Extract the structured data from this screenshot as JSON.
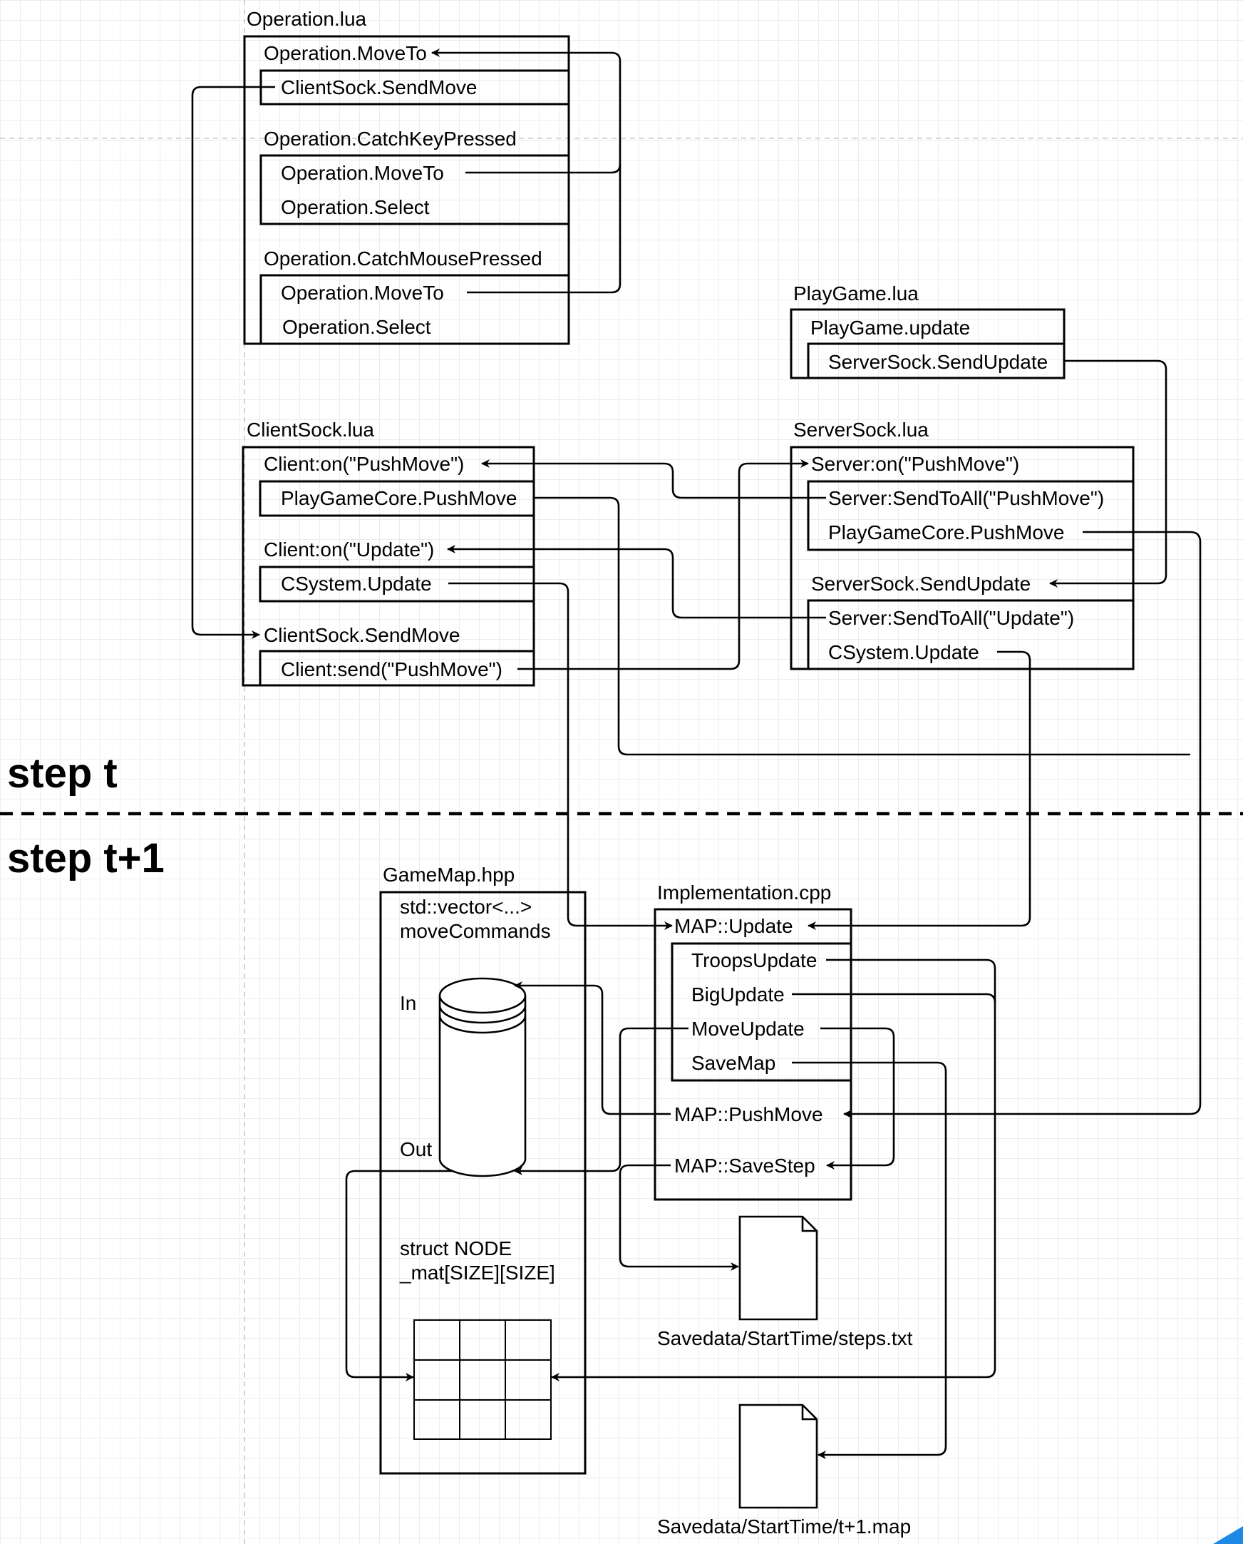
{
  "labels": {
    "operation_file": "Operation.lua",
    "op_moveto": "Operation.MoveTo",
    "op_clientsock_sendmove": "ClientSock.SendMove",
    "op_catchkey": "Operation.CatchKeyPressed",
    "op_key_moveto": "Operation.MoveTo",
    "op_key_select": "Operation.Select",
    "op_catchmouse": "Operation.CatchMousePressed",
    "op_mouse_moveto": "Operation.MoveTo",
    "op_mouse_select": "Operation.Select",
    "playgame_file": "PlayGame.lua",
    "pg_update": "PlayGame.update",
    "pg_sendupdate": "ServerSock.SendUpdate",
    "clientsock_file": "ClientSock.lua",
    "cs_on_pushmove": "Client:on(\"PushMove\")",
    "cs_pgcore_pushmove": "PlayGameCore.PushMove",
    "cs_on_update": "Client:on(\"Update\")",
    "cs_csystem_update": "CSystem.Update",
    "cs_sendmove": "ClientSock.SendMove",
    "cs_send_pushmove": "Client:send(\"PushMove\")",
    "serversock_file": "ServerSock.lua",
    "ss_on_pushmove": "Server:on(\"PushMove\")",
    "ss_sendtoall_pushmove": "Server:SendToAll(\"PushMove\")",
    "ss_pgcore_pushmove": "PlayGameCore.PushMove",
    "ss_sendupdate": "ServerSock.SendUpdate",
    "ss_sendtoall_update": "Server:SendToAll(\"Update\")",
    "ss_csystem_update": "CSystem.Update",
    "step_t": "step t",
    "step_t1": "step t+1",
    "gamemap_file": "GameMap.hpp",
    "gm_vector_line1": "std::vector<...>",
    "gm_vector_line2": "moveCommands",
    "gm_in": "In",
    "gm_out": "Out",
    "gm_struct_line1": "struct NODE",
    "gm_struct_line2": "_mat[SIZE][SIZE]",
    "impl_file": "Implementation.cpp",
    "impl_map_update": "MAP::Update",
    "impl_troops": "TroopsUpdate",
    "impl_big": "BigUpdate",
    "impl_move": "MoveUpdate",
    "impl_savemap": "SaveMap",
    "impl_pushmove": "MAP::PushMove",
    "impl_savestep": "MAP::SaveStep",
    "steps_file": "Savedata/StartTime/steps.txt",
    "map_file": "Savedata/StartTime/t+1.map"
  }
}
